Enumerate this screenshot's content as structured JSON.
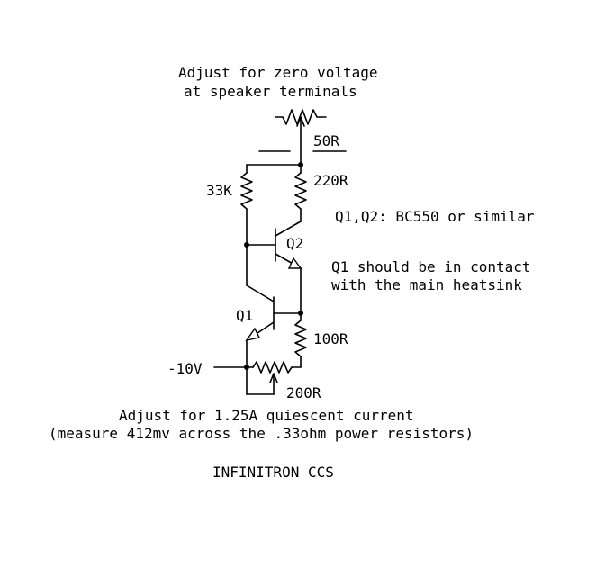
{
  "notes": {
    "pot_top_line1": "Adjust for zero voltage",
    "pot_top_line2": "at speaker terminals",
    "transistors": "Q1,Q2: BC550 or similar",
    "heatsink_line1": "Q1 should be in contact",
    "heatsink_line2": "with the main heatsink",
    "bias_line1": "Adjust for 1.25A quiescent current",
    "bias_line2": "(measure 412mv across the .33ohm power resistors)",
    "title": "INFINITRON CCS"
  },
  "components": {
    "pot_top": "50R",
    "r_33k": "33K",
    "r_220r": "220R",
    "q2": "Q2",
    "q1": "Q1",
    "r_100r": "100R",
    "supply": "-10V",
    "pot_bottom": "200R"
  }
}
